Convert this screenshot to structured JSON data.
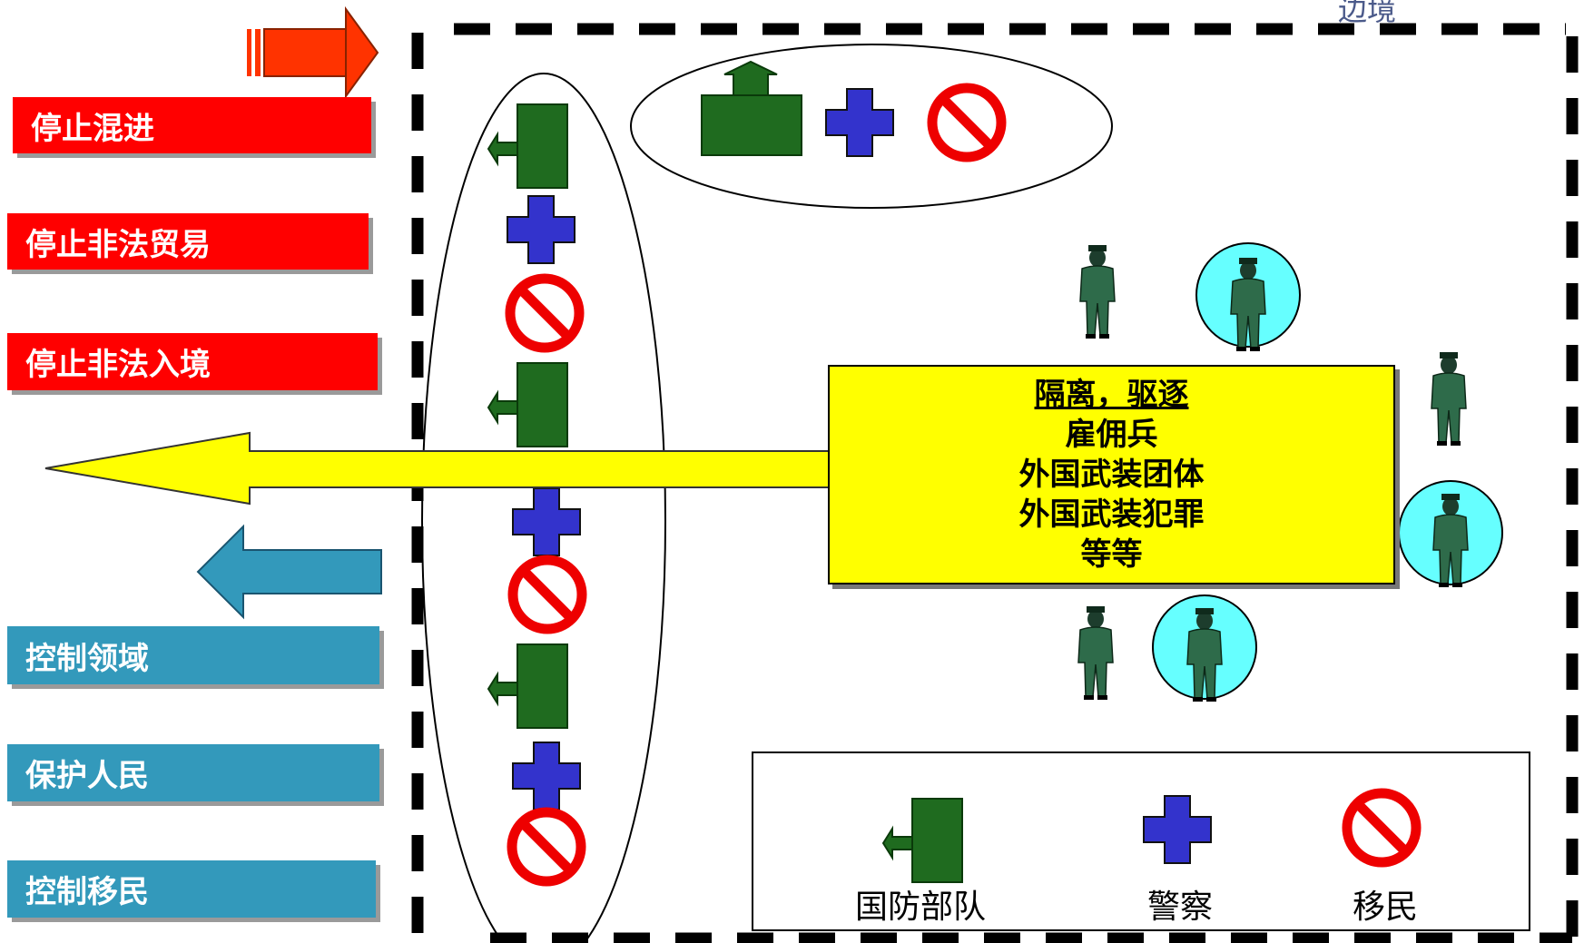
{
  "top_label": "边境",
  "left_actions_red": [
    "停止混进",
    "停止非法贸易",
    "停止非法入境"
  ],
  "left_actions_blue": [
    "控制领域",
    "保护人民",
    "控制移民"
  ],
  "center_box": {
    "title": "隔离，驱逐",
    "lines": [
      "雇佣兵",
      "外国武装团体",
      "外国武装犯罪",
      "等等"
    ]
  },
  "legend": {
    "items": [
      {
        "label": "国防部队",
        "icon": "military-flag-icon"
      },
      {
        "label": "警察",
        "icon": "police-cross-icon"
      },
      {
        "label": "移民",
        "icon": "prohibited-icon"
      }
    ]
  },
  "colors": {
    "red": "#ff0000",
    "blue": "#3399bb",
    "yellow": "#ffff00",
    "military_green": "#1f6b1f",
    "police_blue": "#3333cc",
    "soldier_circle": "#66ffff"
  }
}
